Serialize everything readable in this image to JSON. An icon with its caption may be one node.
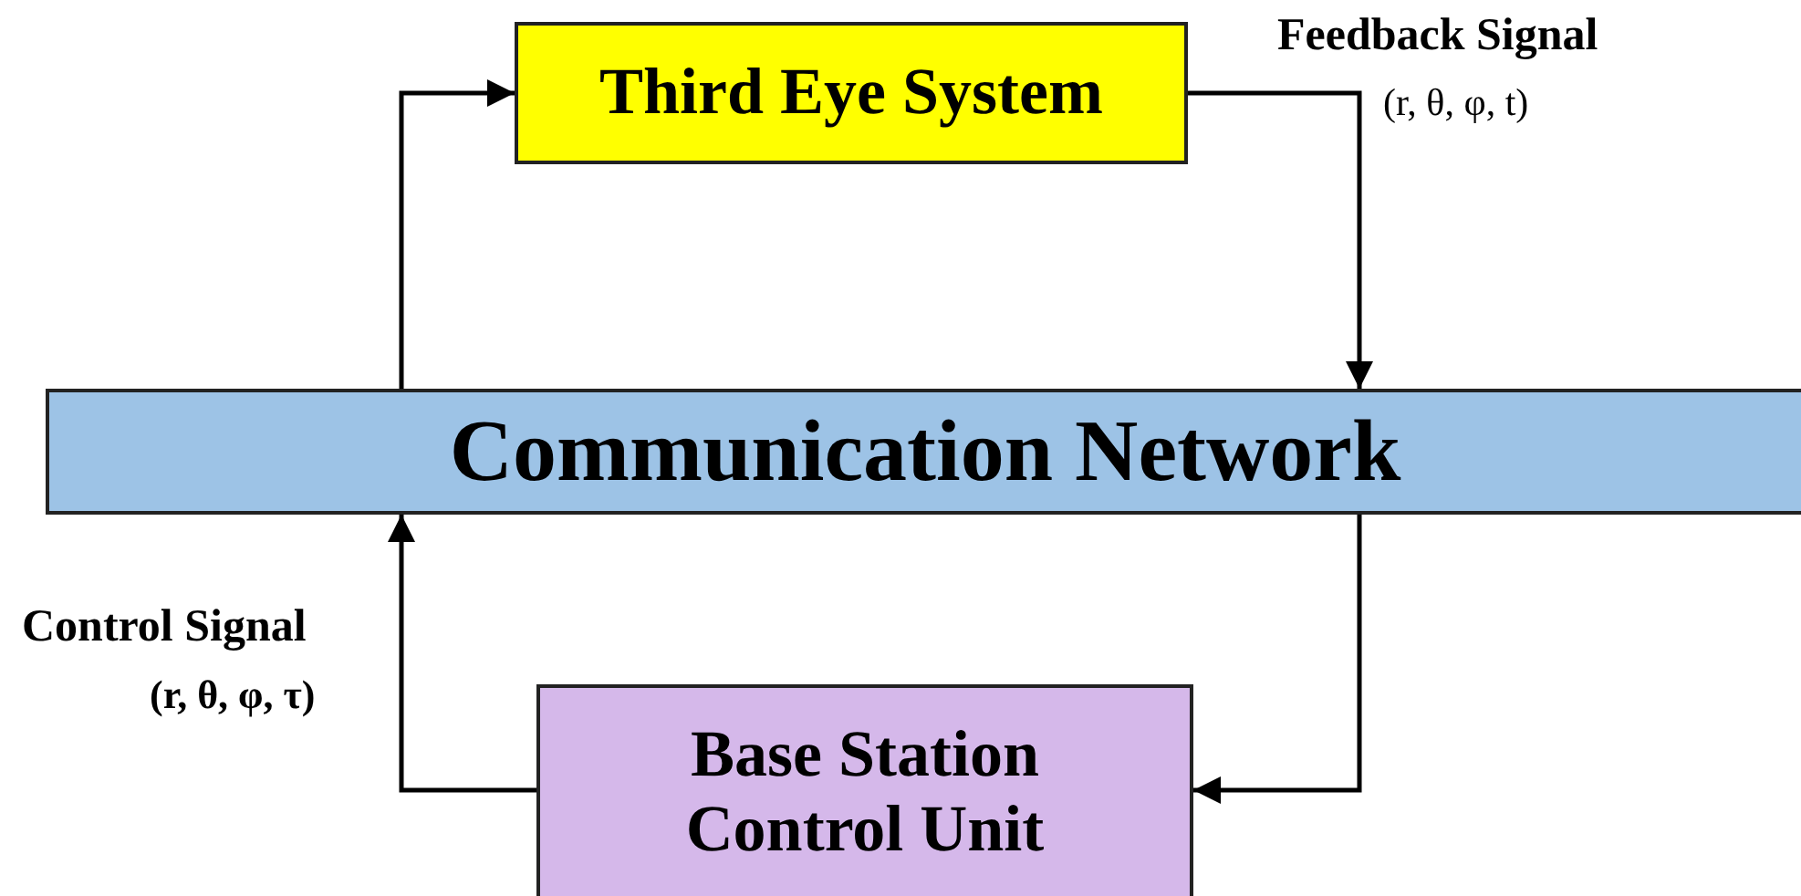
{
  "diagram": {
    "nodes": [
      {
        "text": [
          "Third Eye System"
        ]
      },
      {
        "text": [
          "Communication Network"
        ]
      },
      {
        "text": [
          "Base Station Control Unit"
        ]
      }
    ],
    "edges": [
      {
        "from": 1,
        "to": 0,
        "arrow": "to"
      },
      {
        "from": 0,
        "to": 1,
        "arrow": "to",
        "label": "Feedback Signal"
      },
      {
        "from": 1,
        "to": 2,
        "arrow": "to"
      },
      {
        "from": 2,
        "to": 1,
        "arrow": "to",
        "label": "Control Signal"
      }
    ],
    "labels": [
      "(r, θ, φ, t)",
      "(r, θ, φ, τ)"
    ]
  }
}
